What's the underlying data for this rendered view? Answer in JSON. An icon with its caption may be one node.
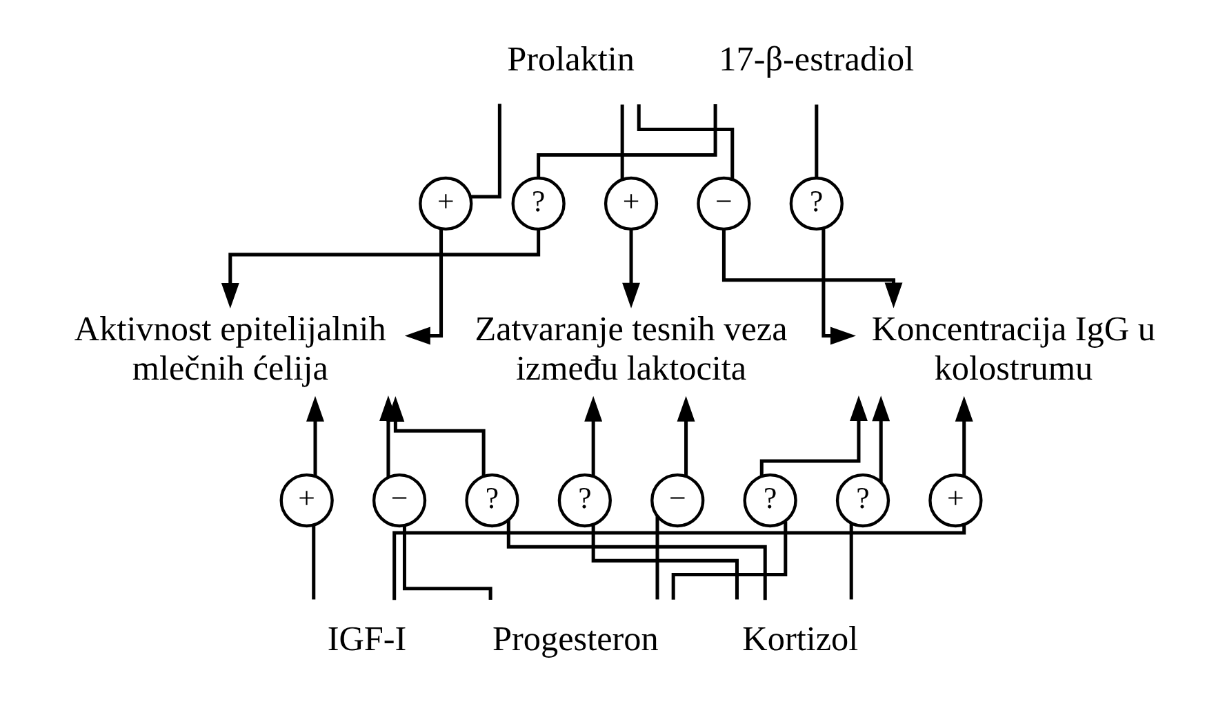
{
  "diagram": {
    "nodes": [
      {
        "text": [
          "Prolaktin"
        ]
      },
      {
        "text": [
          "17-β-estradiol"
        ]
      },
      {
        "text": [
          "Aktivnost epitelijalnih mlečnih ćelija"
        ]
      },
      {
        "text": [
          "Zatvaranje tesnih veza između laktocita"
        ]
      },
      {
        "text": [
          "Koncentracija IgG u kolostrumu"
        ]
      },
      {
        "text": [
          "Progesteron"
        ]
      },
      {
        "text": [
          "Kortizol"
        ]
      },
      {
        "text": [
          "IGF-I"
        ]
      },
      {
        "text": [
          "+"
        ]
      },
      {
        "text": [
          "?"
        ]
      },
      {
        "text": [
          "+"
        ]
      },
      {
        "text": [
          "−"
        ]
      },
      {
        "text": [
          "?"
        ]
      },
      {
        "text": [
          "−"
        ]
      },
      {
        "text": [
          "−"
        ]
      },
      {
        "text": [
          "?"
        ]
      },
      {
        "text": [
          "+"
        ]
      },
      {
        "text": [
          "?"
        ]
      },
      {
        "text": [
          "?"
        ]
      },
      {
        "text": [
          "?"
        ]
      },
      {
        "text": [
          "+"
        ]
      }
    ],
    "edges": [
      {
        "from": 0,
        "to": 8,
        "arrow": "none"
      },
      {
        "from": 8,
        "to": 2,
        "arrow": "to"
      },
      {
        "from": 1,
        "to": 9,
        "arrow": "none"
      },
      {
        "from": 9,
        "to": 2,
        "arrow": "to"
      },
      {
        "from": 0,
        "to": 10,
        "arrow": "none"
      },
      {
        "from": 10,
        "to": 3,
        "arrow": "to"
      },
      {
        "from": 0,
        "to": 11,
        "arrow": "none"
      },
      {
        "from": 11,
        "to": 4,
        "arrow": "to"
      },
      {
        "from": 1,
        "to": 12,
        "arrow": "none"
      },
      {
        "from": 12,
        "to": 4,
        "arrow": "to"
      },
      {
        "from": 5,
        "to": 13,
        "arrow": "none"
      },
      {
        "from": 13,
        "to": 2,
        "arrow": "to"
      },
      {
        "from": 5,
        "to": 14,
        "arrow": "none"
      },
      {
        "from": 14,
        "to": 3,
        "arrow": "to"
      },
      {
        "from": 5,
        "to": 15,
        "arrow": "none"
      },
      {
        "from": 15,
        "to": 4,
        "arrow": "to"
      },
      {
        "from": 7,
        "to": 16,
        "arrow": "none"
      },
      {
        "from": 16,
        "to": 2,
        "arrow": "to"
      },
      {
        "from": 6,
        "to": 17,
        "arrow": "none"
      },
      {
        "from": 17,
        "to": 2,
        "arrow": "to"
      },
      {
        "from": 6,
        "to": 18,
        "arrow": "none"
      },
      {
        "from": 18,
        "to": 3,
        "arrow": "to"
      },
      {
        "from": 6,
        "to": 19,
        "arrow": "none"
      },
      {
        "from": 19,
        "to": 4,
        "arrow": "to"
      },
      {
        "from": 7,
        "to": 20,
        "arrow": "none"
      },
      {
        "from": 20,
        "to": 4,
        "arrow": "to"
      }
    ]
  }
}
